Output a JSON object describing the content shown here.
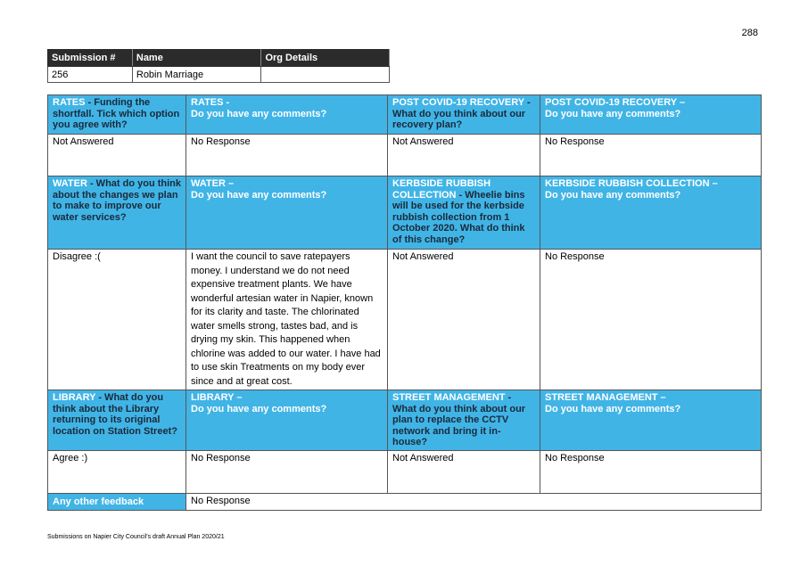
{
  "page_number": "288",
  "submission_table": {
    "headers": [
      "Submission #",
      "Name",
      "Org Details"
    ],
    "row": [
      "256",
      "Robin Marriage",
      ""
    ]
  },
  "sections": [
    {
      "questions": [
        {
          "title": "RATES",
          "question": " - Funding the shortfall. Tick which option you agree with?"
        },
        {
          "title": "RATES -",
          "question": "Do you have any comments?"
        },
        {
          "title": "POST COVID-19 RECOVERY",
          "question": " - What do you think about our recovery plan?"
        },
        {
          "title": "POST COVID-19 RECOVERY –",
          "question": "Do you have any comments?"
        }
      ],
      "answers": [
        "Not Answered",
        "No Response",
        "Not Answered",
        "No Response"
      ]
    },
    {
      "questions": [
        {
          "title": "WATER",
          "question": " - What do you think about the changes we plan to make to improve our water services?"
        },
        {
          "title": "WATER –",
          "question": "Do you have any comments?"
        },
        {
          "title": "KERBSIDE RUBBISH COLLECTION",
          "question": " - Wheelie bins will be used for the kerbside rubbish collection from 1 October 2020. What do think of this change?"
        },
        {
          "title": "KERBSIDE RUBBISH COLLECTION –",
          "question": "Do you have any comments?"
        }
      ],
      "answers": [
        "Disagree :(",
        "I want the council to save ratepayers money. I understand we do not need expensive treatment plants. We have wonderful artesian water in Napier, known for its clarity and taste. The chlorinated water smells strong, tastes bad, and is drying my skin. This happened when chlorine was added to our water.  I have had to use skin Treatments on my body ever since and at great cost.",
        "Not Answered",
        "No Response"
      ]
    },
    {
      "questions": [
        {
          "title": "LIBRARY",
          "question": " - What do you think about the Library returning to its original location on Station Street?"
        },
        {
          "title": "LIBRARY –",
          "question": "Do you have any comments?"
        },
        {
          "title": "STREET MANAGEMENT",
          "question": " - What do you think about our plan to replace the CCTV network and bring it in-house?"
        },
        {
          "title": "STREET MANAGEMENT –",
          "question": "Do you have any comments?"
        }
      ],
      "answers": [
        "Agree :)",
        "No Response",
        "Not Answered",
        "No Response"
      ]
    }
  ],
  "other_feedback": {
    "label": "Any other feedback",
    "answer": "No Response"
  },
  "footer": "Submissions on Napier City Council's draft Annual Plan 2020/21"
}
